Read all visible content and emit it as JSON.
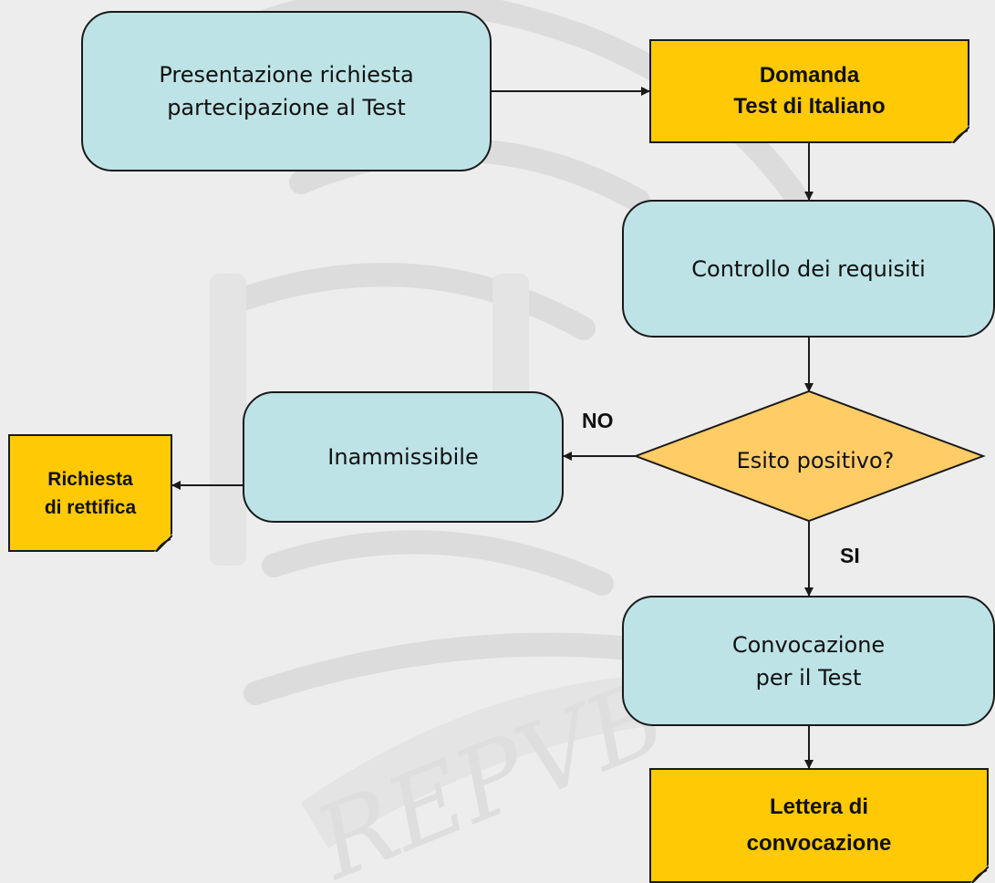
{
  "diagram": {
    "start": "Presentazione richiesta\npartecipazione al Test",
    "doc_domanda": "Domanda\nTest di Italiano",
    "controllo": "Controllo dei requisiti",
    "decision": "Esito positivo?",
    "inammissibile": "Inammissibile",
    "doc_rettifica": "Richiesta\ndi rettifica",
    "convocazione": "Convocazione\nper il Test",
    "doc_lettera": "Lettera di\nconvocazione",
    "label_no": "NO",
    "label_si": "SI"
  },
  "colors": {
    "process_fill": "#bde3e6",
    "document_fill": "#ffc905",
    "decision_fill": "#ffcc66",
    "stroke": "#1a1a1a",
    "background": "#ededed"
  }
}
